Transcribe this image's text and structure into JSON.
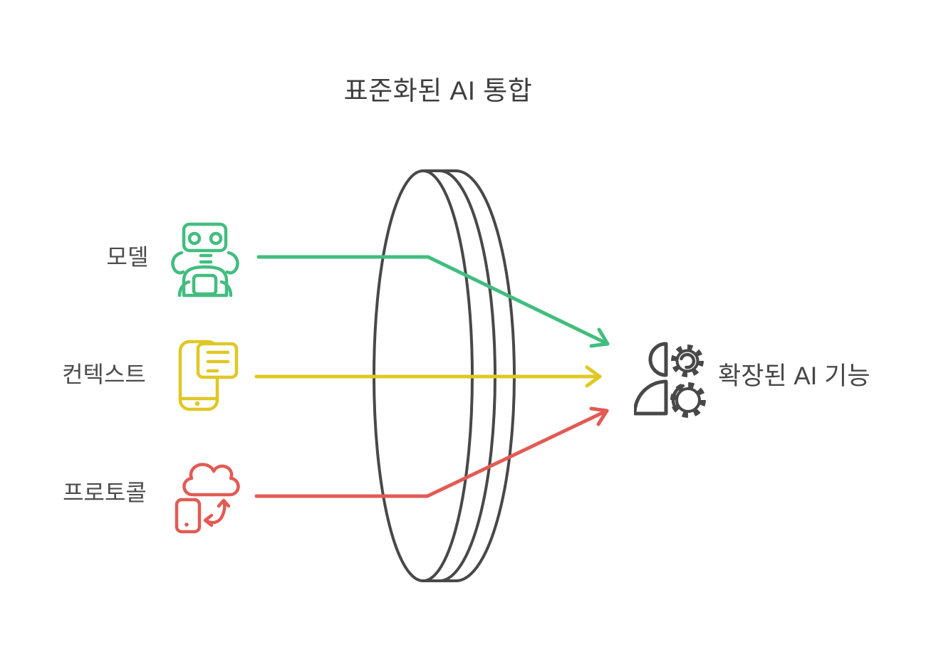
{
  "title": "표준화된 AI 통합",
  "colors": {
    "green": "#42BD7F",
    "yellow": "#E0C725",
    "red": "#E25B54",
    "dark": "#484848",
    "title_text": "#3E3E3E",
    "label_text": "#4C4C4C",
    "background": "#FFFFFF"
  },
  "inputs": [
    {
      "label": "모델",
      "icon": "robot-icon",
      "color": "#42BD7F"
    },
    {
      "label": "컨텍스트",
      "icon": "smartphone-document-icon",
      "color": "#E0C725"
    },
    {
      "label": "프로토콜",
      "icon": "cloud-device-sync-icon",
      "color": "#E25B54"
    }
  ],
  "lens": {
    "icon": "lens-disc",
    "color": "#484848"
  },
  "output": {
    "label": "확장된 AI 기능",
    "icon": "person-gears-icon",
    "color": "#484848"
  }
}
